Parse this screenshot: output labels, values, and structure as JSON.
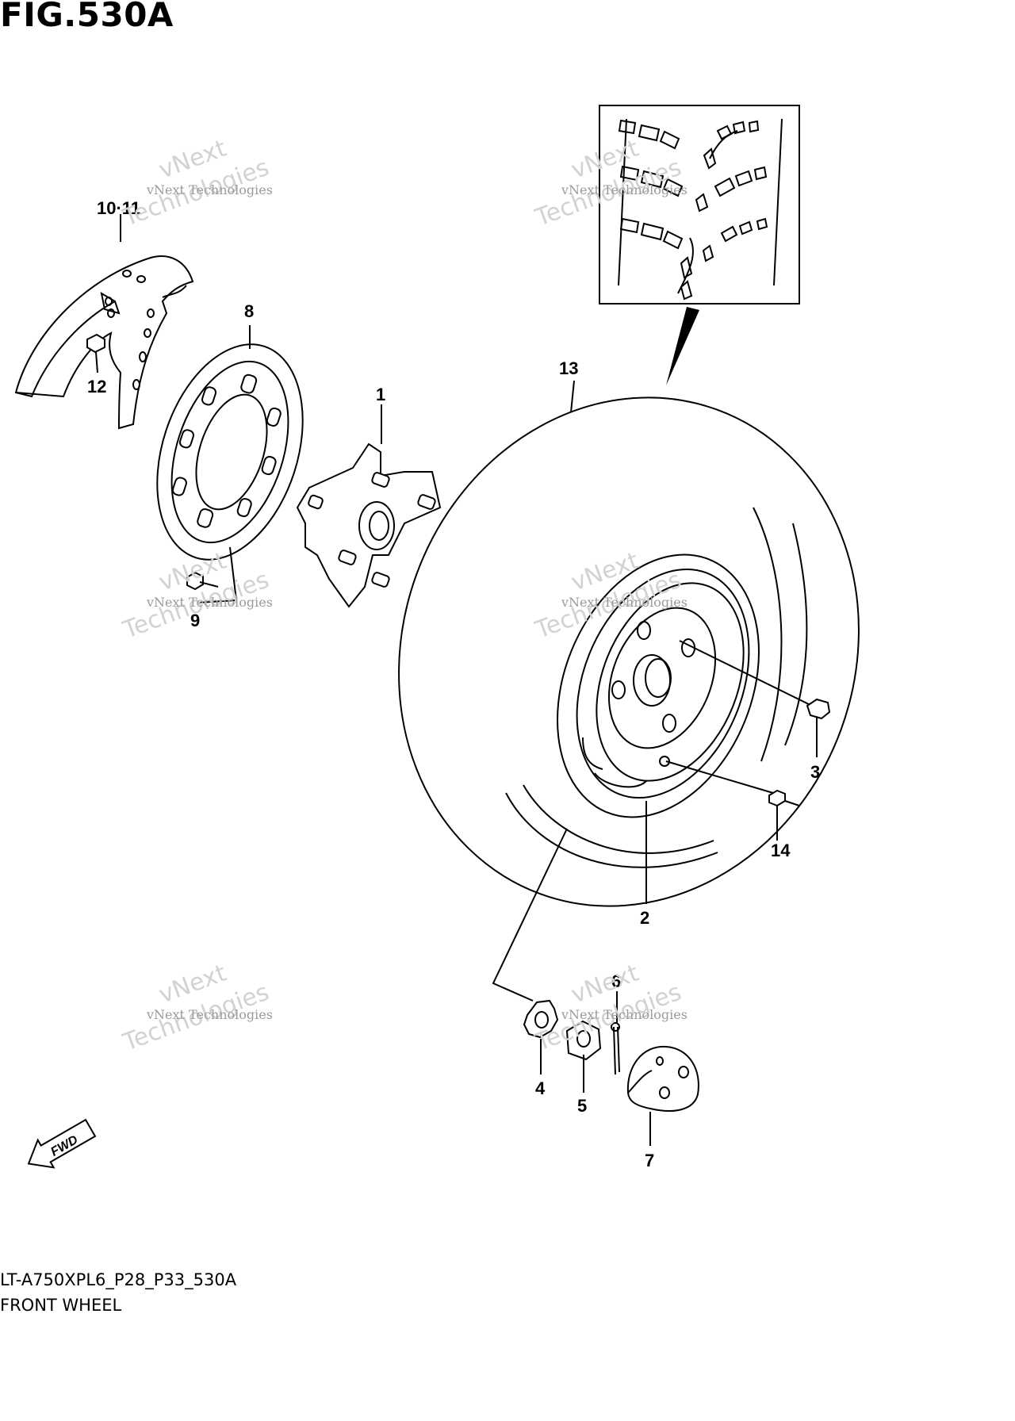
{
  "figure": {
    "title": "FIG.530A",
    "model_code": "LT-A750XPL6_P28_P33_530A",
    "section_name": "FRONT WHEEL"
  },
  "callouts": [
    {
      "id": "1",
      "label": "1"
    },
    {
      "id": "2",
      "label": "2"
    },
    {
      "id": "3",
      "label": "3"
    },
    {
      "id": "4",
      "label": "4"
    },
    {
      "id": "5",
      "label": "5"
    },
    {
      "id": "6",
      "label": "6"
    },
    {
      "id": "7",
      "label": "7"
    },
    {
      "id": "8",
      "label": "8"
    },
    {
      "id": "9",
      "label": "9"
    },
    {
      "id": "10-11",
      "label": "10·11"
    },
    {
      "id": "12",
      "label": "12"
    },
    {
      "id": "13",
      "label": "13"
    },
    {
      "id": "14",
      "label": "14"
    }
  ],
  "direction_badge": "FWD",
  "watermark": {
    "line1": "vNext Technologies",
    "line2": "vNext",
    "line3": "Technologies"
  }
}
